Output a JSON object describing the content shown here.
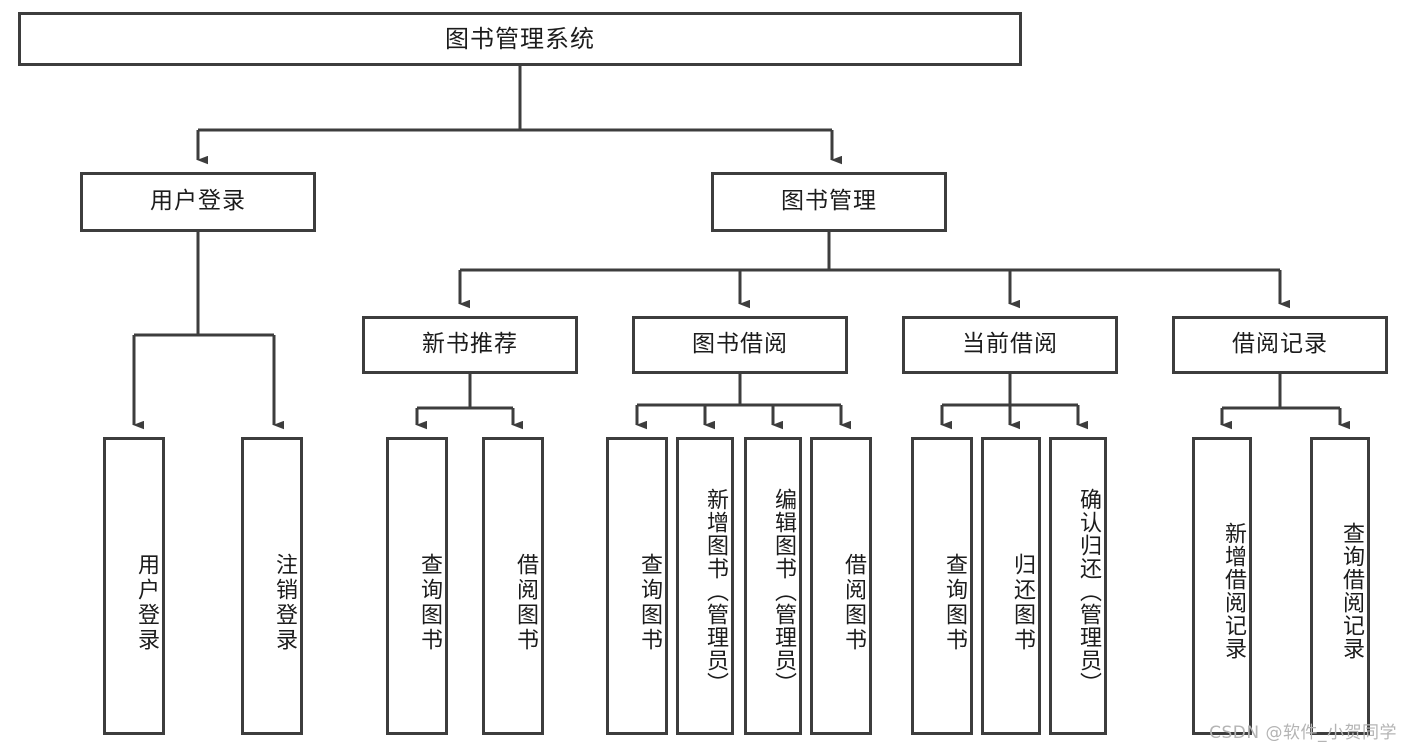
{
  "diagram": {
    "type": "tree",
    "title": "图书管理系统",
    "watermark": "CSDN @软件_小贺同学",
    "colors": {
      "background": "#ffffff",
      "border": "#3d3d3d",
      "line": "#3d3d3d",
      "text": "#1c1c1c",
      "watermark": "#b4b4b4"
    },
    "root": {
      "label": "图书管理系统"
    },
    "level2": [
      {
        "label": "用户登录"
      },
      {
        "label": "图书管理"
      }
    ],
    "level3": [
      {
        "label": "新书推荐"
      },
      {
        "label": "图书借阅"
      },
      {
        "label": "当前借阅"
      },
      {
        "label": "借阅记录"
      }
    ],
    "leaves": {
      "user_login": [
        {
          "label": "用户登录"
        },
        {
          "label": "注销登录"
        }
      ],
      "new_book": [
        {
          "label": "查询图书"
        },
        {
          "label": "借阅图书"
        }
      ],
      "borrow": [
        {
          "label": "查询图书"
        },
        {
          "label": "新增图书（管理员）"
        },
        {
          "label": "编辑图书（管理员）"
        },
        {
          "label": "借阅图书"
        }
      ],
      "current": [
        {
          "label": "查询图书"
        },
        {
          "label": "归还图书"
        },
        {
          "label": "确认归还（管理员）"
        }
      ],
      "records": [
        {
          "label": "新增借阅记录"
        },
        {
          "label": "查询借阅记录"
        }
      ]
    }
  }
}
